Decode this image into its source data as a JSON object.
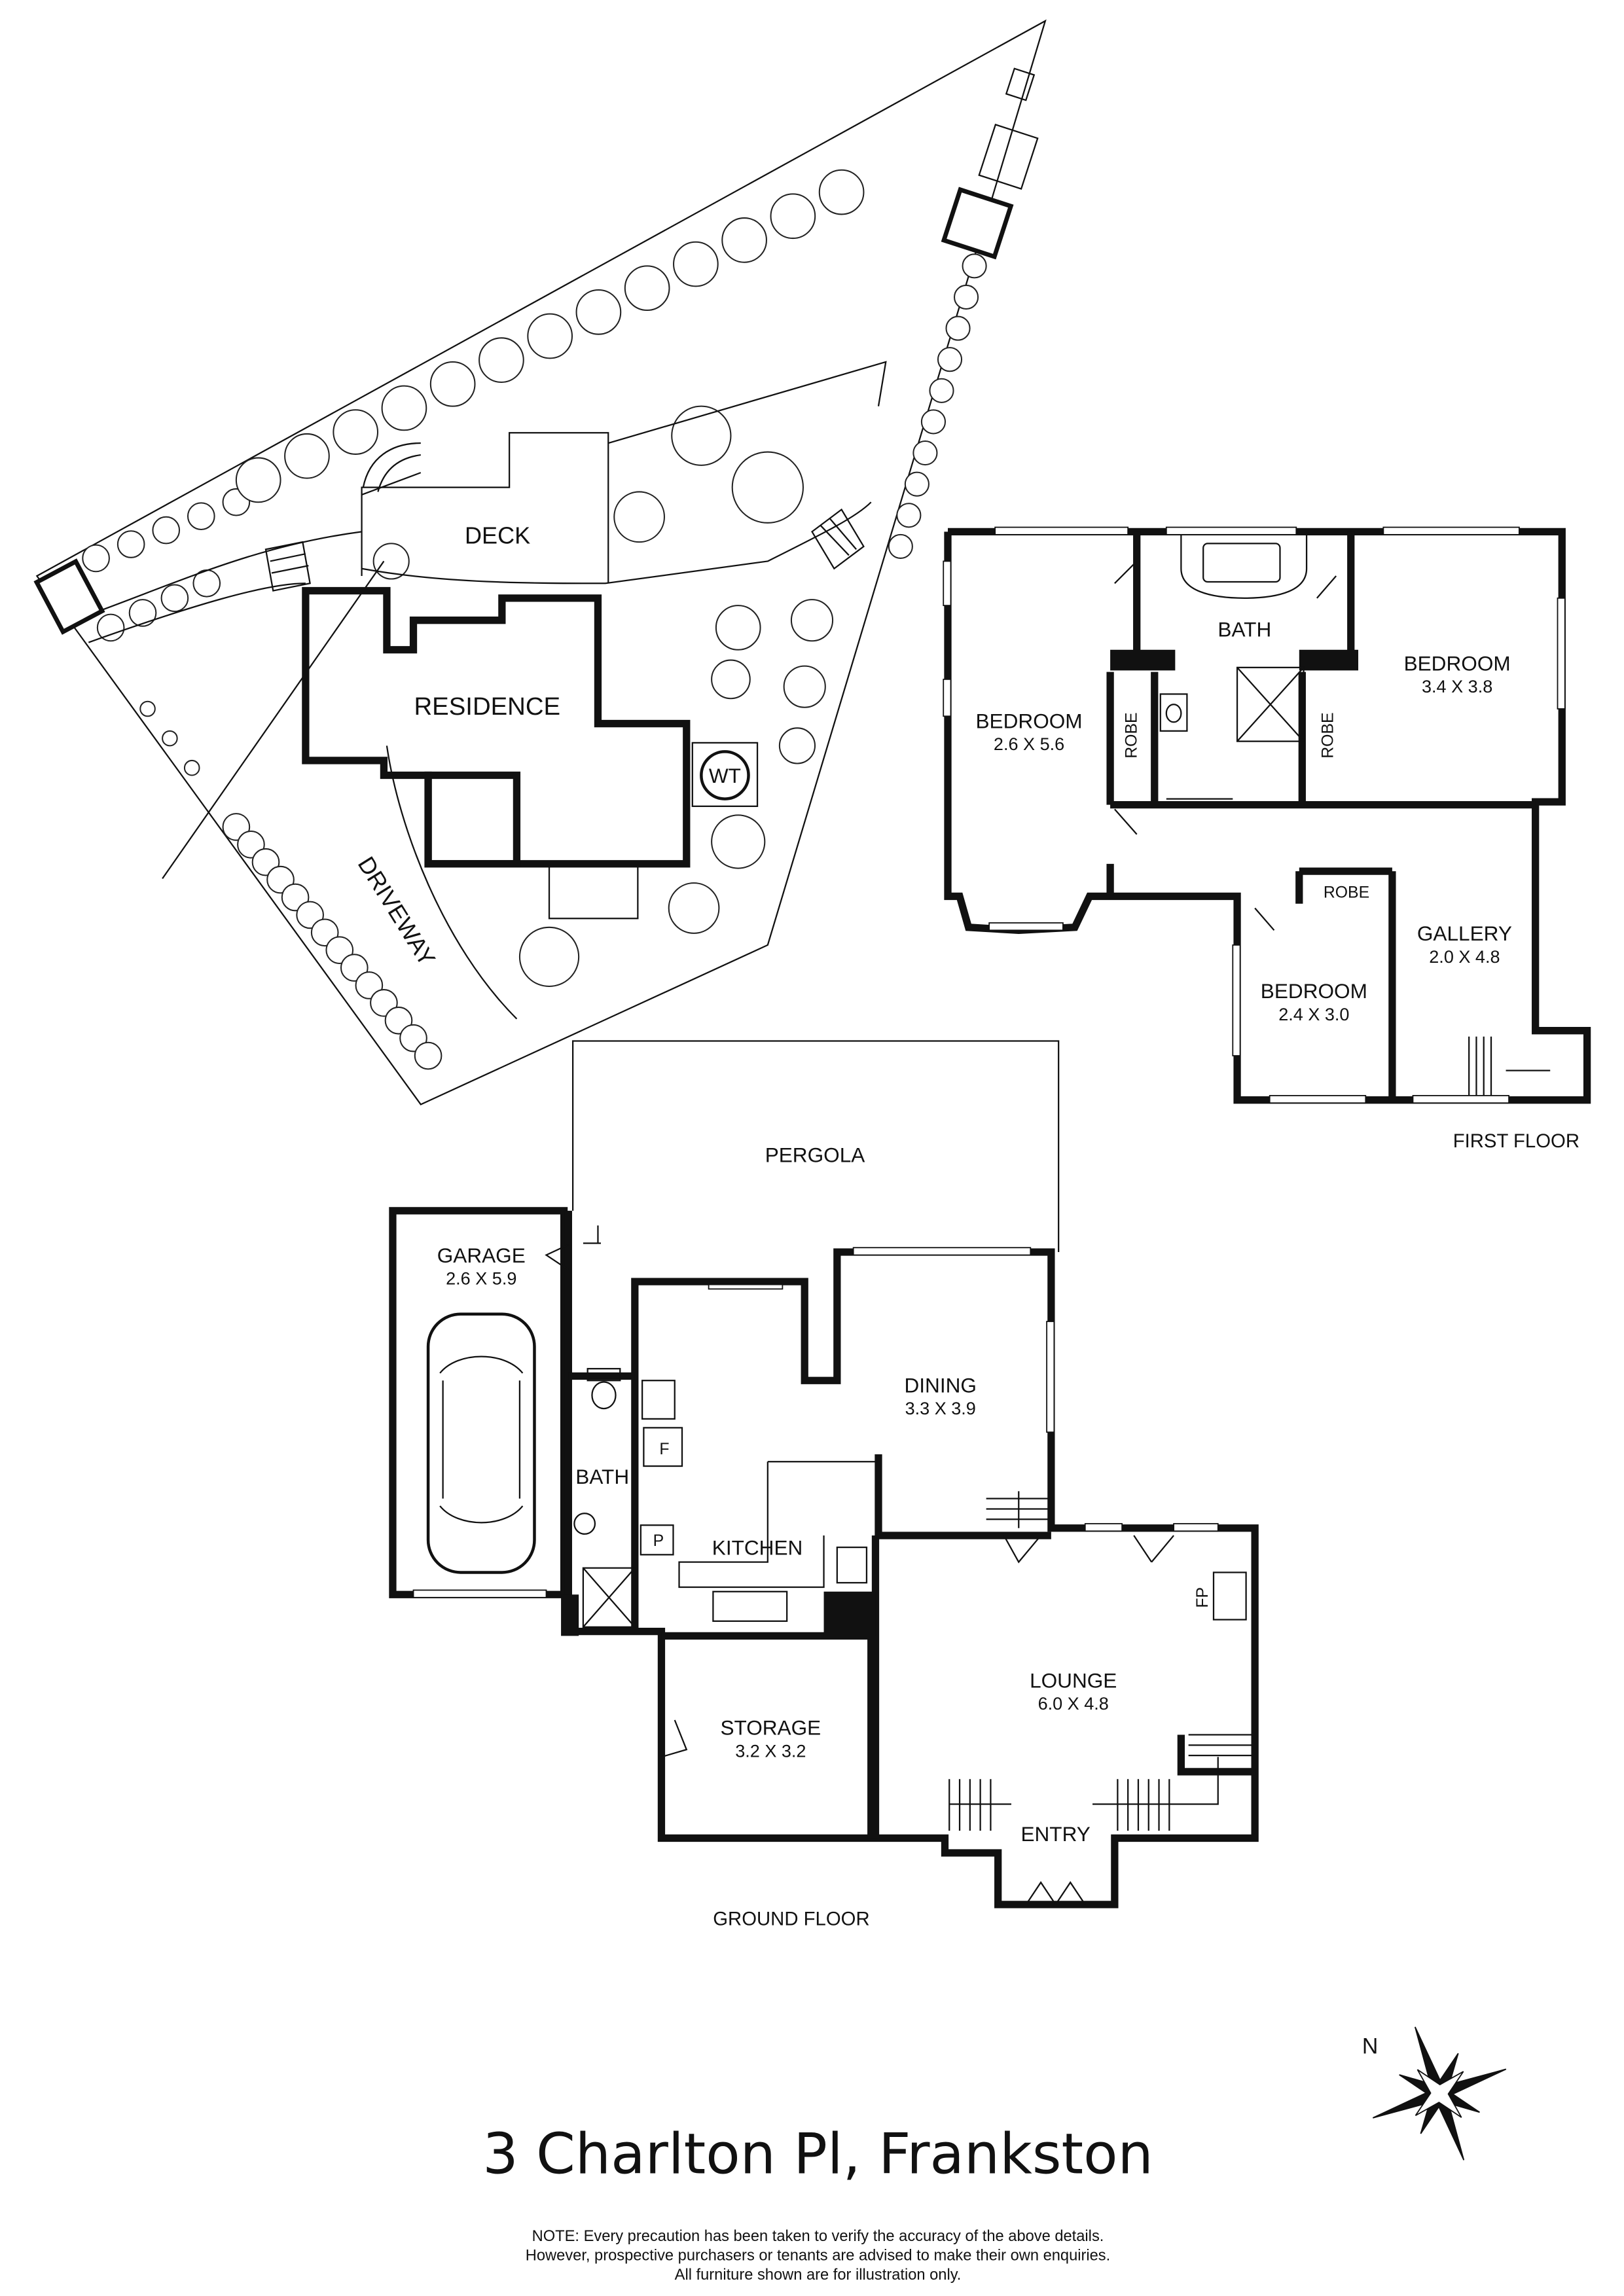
{
  "site_plan": {
    "labels": {
      "deck": "DECK",
      "residence": "RESIDENCE",
      "water_tank": "WT",
      "driveway": "DRIVEWAY"
    }
  },
  "first_floor": {
    "title": "FIRST FLOOR",
    "rooms": [
      {
        "name": "BEDROOM",
        "size": "2.6 X 5.6"
      },
      {
        "name": "BATH"
      },
      {
        "name": "BEDROOM",
        "size": "3.4 X 3.8"
      },
      {
        "name": "ROBE"
      },
      {
        "name": "ROBE"
      },
      {
        "name": "ROBE"
      },
      {
        "name": "GALLERY",
        "size": "2.0 X 4.8"
      },
      {
        "name": "BEDROOM",
        "size": "2.4 X 3.0"
      }
    ]
  },
  "ground_floor": {
    "title": "GROUND FLOOR",
    "rooms": [
      {
        "name": "PERGOLA"
      },
      {
        "name": "GARAGE",
        "size": "2.6 X 5.9"
      },
      {
        "name": "DINING",
        "size": "3.3 X 3.9"
      },
      {
        "name": "BATH"
      },
      {
        "name": "F"
      },
      {
        "name": "P"
      },
      {
        "name": "KITCHEN"
      },
      {
        "name": "FP"
      },
      {
        "name": "LOUNGE",
        "size": "6.0 X 4.8"
      },
      {
        "name": "STORAGE",
        "size": "3.2 X 3.2"
      },
      {
        "name": "ENTRY"
      }
    ]
  },
  "compass": {
    "north_label": "N",
    "icon": "compass-rose-icon"
  },
  "address": "3 Charlton Pl, Frankston",
  "disclaimer": [
    "NOTE: Every precaution has been taken to verify the accuracy of the above details.",
    "However, prospective purchasers or tenants are advised to make their own enquiries.",
    "All furniture shown are for illustration only."
  ]
}
